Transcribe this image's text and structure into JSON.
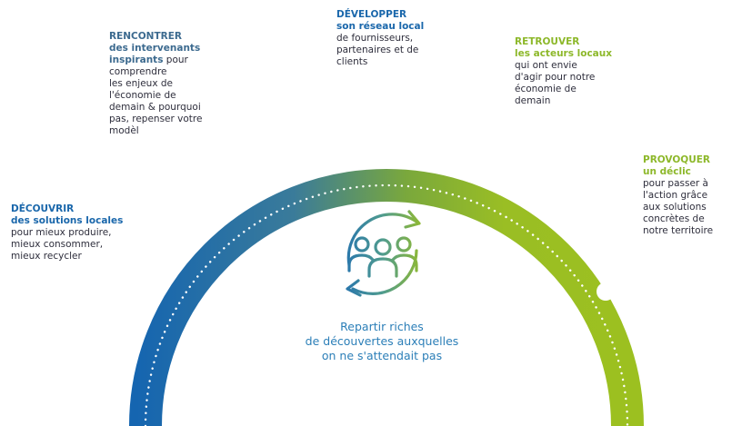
{
  "colors": {
    "blue": "#1565b0",
    "teal": "#4a8a8e",
    "green": "#9abe24",
    "title_dark": "#3c6a8f",
    "title_blue": "#1a67ab",
    "title_green": "#8db82a"
  },
  "steps": [
    {
      "title": "DÉCOUVRIR",
      "subtitle": "des solutions locales",
      "lines": [
        "pour mieux produire,",
        "mieux consommer,",
        "mieux recycler"
      ]
    },
    {
      "title": "RENCONTRER",
      "subtitle": "des intervenants",
      "subtitle2": "inspirants",
      "lines_inline": "pour",
      "lines": [
        "comprendre",
        "les enjeux de",
        "l'économie de",
        "demain & pourquoi",
        "pas, repenser votre",
        "modèl"
      ]
    },
    {
      "title": "DÉVELOPPER",
      "subtitle": "son réseau local",
      "lines": [
        "de fournisseurs,",
        "partenaires et de",
        "clients"
      ]
    },
    {
      "title": "RETROUVER",
      "subtitle": "les acteurs locaux",
      "lines": [
        "qui ont envie",
        "d'agir pour notre",
        "économie de",
        "demain"
      ]
    },
    {
      "title": "PROVOQUER",
      "subtitle": "un déclic",
      "lines": [
        "pour passer à",
        "l'action grâce",
        "aux solutions",
        "concrètes de",
        "notre territoire"
      ]
    }
  ],
  "center": {
    "icon": "people-cycle-icon",
    "lines": [
      "Repartir riches",
      "de découvertes auxquelles",
      "on ne s'attendait pas"
    ]
  }
}
